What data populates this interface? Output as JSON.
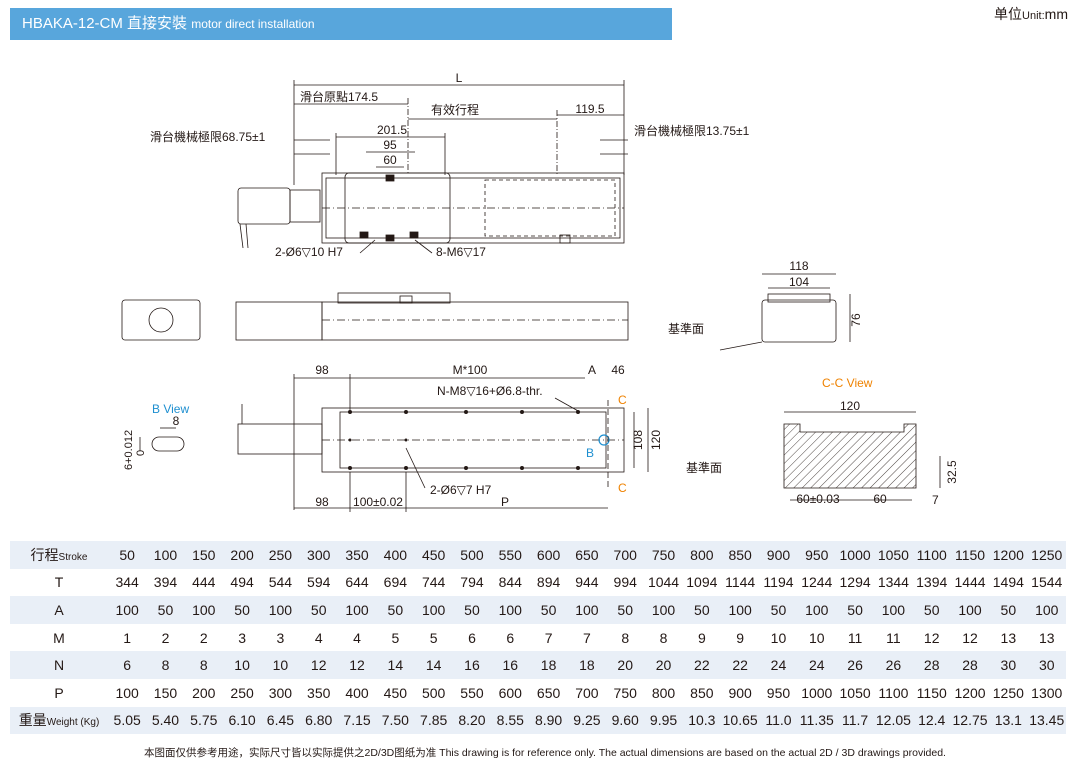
{
  "header": {
    "title": "HBAKA-12-CM 直接安裝",
    "subtitle": "motor direct installation"
  },
  "unit": {
    "label": "单位",
    "unit_en": "Unit:",
    "value": "mm"
  },
  "top_view": {
    "L": "L",
    "origin": "滑台原點174.5",
    "stroke": "有效行程",
    "d201": "201.5",
    "d95": "95",
    "d60": "60",
    "d119": "119.5",
    "limit_left": "滑台機械極限68.75±1",
    "limit_right": "滑台機械極限13.75±1",
    "hole1": "2-Ø6▽10 H7",
    "hole2": "8-M6▽17"
  },
  "end_view": {
    "w118": "118",
    "w104": "104",
    "h76": "76",
    "base": "基準面"
  },
  "bottom_view": {
    "d98a": "98",
    "m100": "M*100",
    "a": "A",
    "d46": "46",
    "nm8": "N-M8▽16+Ø6.8-thr.",
    "c1": "C",
    "c2": "C",
    "b": "B",
    "h108": "108",
    "h120": "120",
    "hole": "2-Ø6▽7 H7",
    "d98b": "98",
    "d100": "100±0.02",
    "p": "P",
    "base": "基準面"
  },
  "b_view": {
    "title": "B View",
    "w8": "8",
    "tol": "6+0.012",
    "tol0": "0"
  },
  "cc_view": {
    "title": "C-C View",
    "w120": "120",
    "h32": "32.5",
    "d60a": "60±0.03",
    "d60b": "60",
    "d7": "7"
  },
  "table": {
    "rows": [
      {
        "label": "行程",
        "label_en": "Stroke",
        "values": [
          "50",
          "100",
          "150",
          "200",
          "250",
          "300",
          "350",
          "400",
          "450",
          "500",
          "550",
          "600",
          "650",
          "700",
          "750",
          "800",
          "850",
          "900",
          "950",
          "1000",
          "1050",
          "1100",
          "1150",
          "1200",
          "1250"
        ]
      },
      {
        "label": "T",
        "label_en": "",
        "values": [
          "344",
          "394",
          "444",
          "494",
          "544",
          "594",
          "644",
          "694",
          "744",
          "794",
          "844",
          "894",
          "944",
          "994",
          "1044",
          "1094",
          "1144",
          "1194",
          "1244",
          "1294",
          "1344",
          "1394",
          "1444",
          "1494",
          "1544"
        ]
      },
      {
        "label": "A",
        "label_en": "",
        "values": [
          "100",
          "50",
          "100",
          "50",
          "100",
          "50",
          "100",
          "50",
          "100",
          "50",
          "100",
          "50",
          "100",
          "50",
          "100",
          "50",
          "100",
          "50",
          "100",
          "50",
          "100",
          "50",
          "100",
          "50",
          "100"
        ]
      },
      {
        "label": "M",
        "label_en": "",
        "values": [
          "1",
          "2",
          "2",
          "3",
          "3",
          "4",
          "4",
          "5",
          "5",
          "6",
          "6",
          "7",
          "7",
          "8",
          "8",
          "9",
          "9",
          "10",
          "10",
          "11",
          "11",
          "12",
          "12",
          "13",
          "13"
        ]
      },
      {
        "label": "N",
        "label_en": "",
        "values": [
          "6",
          "8",
          "8",
          "10",
          "10",
          "12",
          "12",
          "14",
          "14",
          "16",
          "16",
          "18",
          "18",
          "20",
          "20",
          "22",
          "22",
          "24",
          "24",
          "26",
          "26",
          "28",
          "28",
          "30",
          "30"
        ]
      },
      {
        "label": "P",
        "label_en": "",
        "values": [
          "100",
          "150",
          "200",
          "250",
          "300",
          "350",
          "400",
          "450",
          "500",
          "550",
          "600",
          "650",
          "700",
          "750",
          "800",
          "850",
          "900",
          "950",
          "1000",
          "1050",
          "1100",
          "1150",
          "1200",
          "1250",
          "1300"
        ]
      },
      {
        "label": "重量",
        "label_en": "Weight (Kg)",
        "values": [
          "5.05",
          "5.40",
          "5.75",
          "6.10",
          "6.45",
          "6.80",
          "7.15",
          "7.50",
          "7.85",
          "8.20",
          "8.55",
          "8.90",
          "9.25",
          "9.60",
          "9.95",
          "10.3",
          "10.65",
          "11.0",
          "11.35",
          "11.7",
          "12.05",
          "12.4",
          "12.75",
          "13.1",
          "13.45"
        ]
      }
    ]
  },
  "note": "本图面仅供参考用途，实际尺寸皆以实际提供之2D/3D图纸为准 This drawing is for reference only. The actual dimensions are based on the actual 2D / 3D drawings provided.",
  "colors": {
    "header_bg": "#58a6dc",
    "row_shade": "#e9eff7",
    "accent_blue": "#1e8fd0",
    "accent_orange": "#ef8200"
  }
}
